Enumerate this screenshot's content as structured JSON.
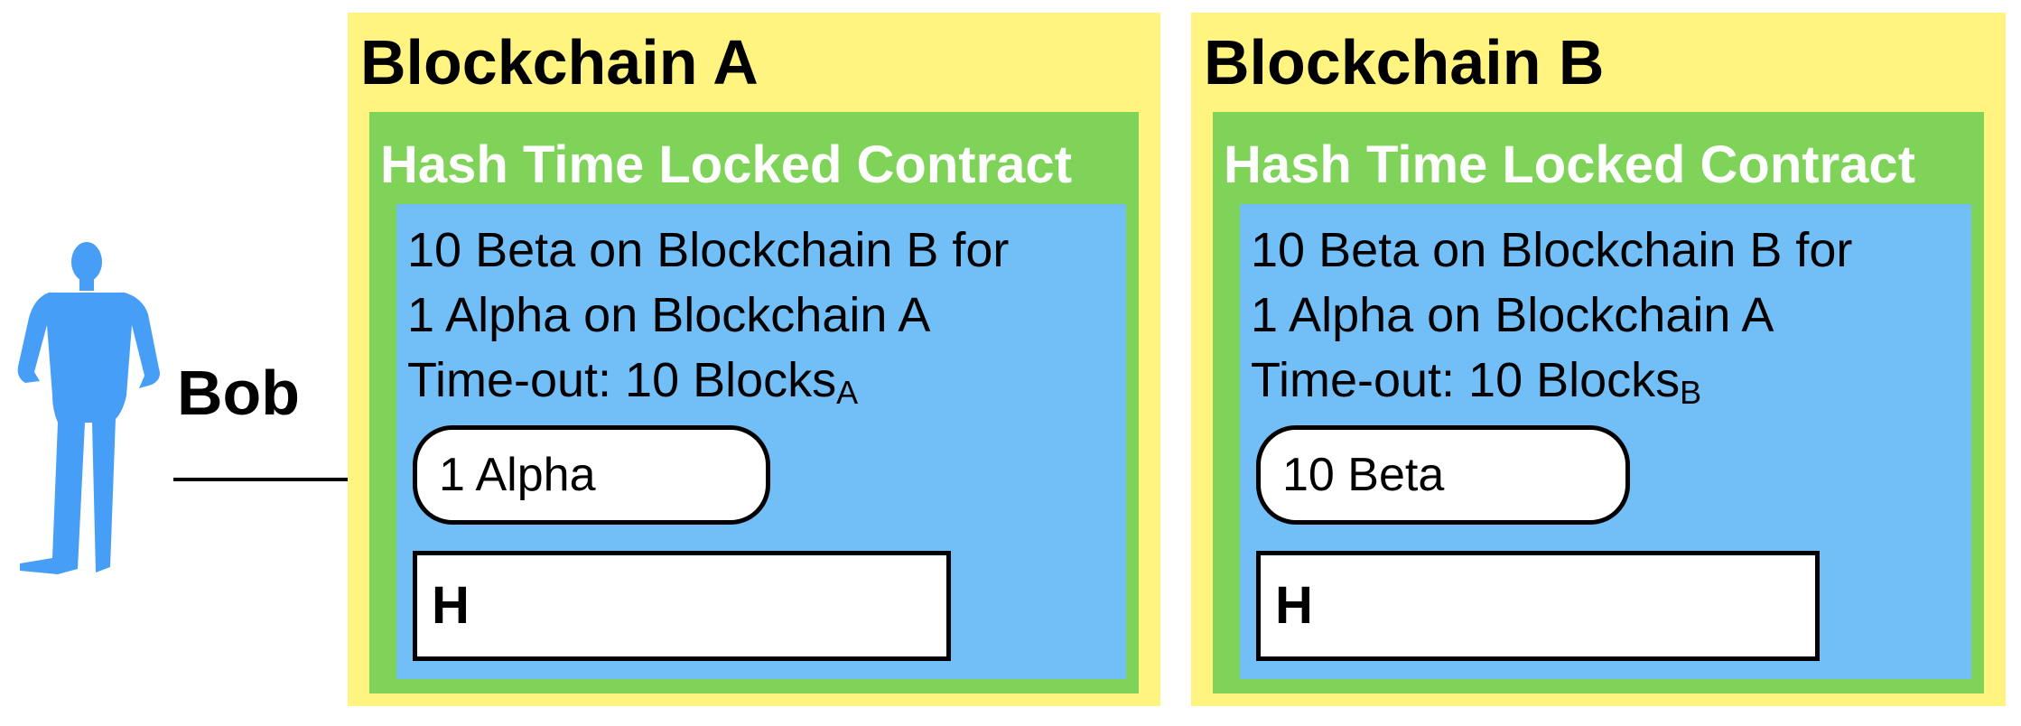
{
  "actor": {
    "name": "Bob",
    "icon": "person-silhouette-icon",
    "color": "#479ef7"
  },
  "colors": {
    "blockchain_bg": "#fef47f",
    "htlc_bg": "#7ed358",
    "terms_bg": "#72bef7"
  },
  "blockchains": [
    {
      "title": "Blockchain A",
      "htlc_title": "Hash Time Locked Contract",
      "terms": {
        "line1": "10 Beta on Blockchain B for",
        "line2": "1 Alpha on Blockchain A",
        "line3": "Time-out: 10 Blocks",
        "line3_subscript": "A"
      },
      "locked_asset": "1 Alpha",
      "hash_label": "H"
    },
    {
      "title": "Blockchain B",
      "htlc_title": "Hash Time Locked Contract",
      "terms": {
        "line1": "10 Beta on Blockchain B for",
        "line2": "1 Alpha on Blockchain A",
        "line3": "Time-out: 10 Blocks",
        "line3_subscript": "B"
      },
      "locked_asset": "10 Beta",
      "hash_label": "H"
    }
  ]
}
